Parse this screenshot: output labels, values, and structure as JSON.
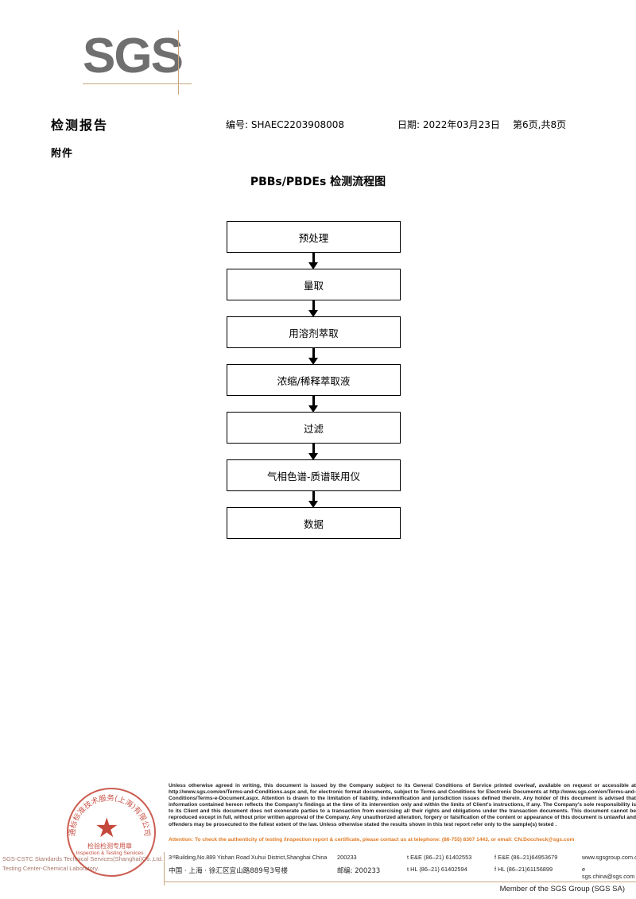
{
  "logo": {
    "text": "SGS"
  },
  "header": {
    "title": "检测报告",
    "attachment_label": "附件",
    "ref_no": "编号: SHAEC2203908008",
    "date": "日期: 2022年03月23日",
    "page": "第6页,共8页"
  },
  "flowchart": {
    "title": "PBBs/PBDEs 检测流程图",
    "nodes": [
      {
        "label": "预处理"
      },
      {
        "label": "量取"
      },
      {
        "label": "用溶剂萃取"
      },
      {
        "label": "浓缩/稀释萃取液"
      },
      {
        "label": "过滤"
      },
      {
        "label": "气相色谱-质谱联用仪"
      },
      {
        "label": "数据"
      }
    ]
  },
  "stamp": {
    "arc_text": "通标标准技术服务(上海)有限公司",
    "cn_label": "检验检测专用章",
    "en_label": "Inspection & Testing Services",
    "overlay_line1": "SGS-CSTC Standards Technical Services(Shanghai)Co.,Ltd.",
    "overlay_line2": "Testing Center-Chemical Laboratory."
  },
  "footer": {
    "disclaimer": "Unless otherwise agreed in writing, this document is issued by the Company subject to its General Conditions of Service printed overleaf, available on request or accessible at http://www.sgs.com/en/Terms-and-Conditions.aspx and, for electronic format documents, subject to Terms and Conditions for Electronic Documents at http://www.sgs.com/en/Terms-and-Conditions/Terms-e-Document.aspx. Attention is drawn to the limitation of liability, indemnification and jurisdiction issues defined therein. Any holder of this document is advised that information contained hereon reflects the Company's findings at the time of its intervention only and within the limits of Client's instructions, if any. The Company's sole responsibility is to its Client and this document does not exonerate parties to a transaction from exercising all their rights and obligations under the transaction documents. This document cannot be reproduced except in full, without prior written approval of the Company. Any unauthorized alteration, forgery or falsification of the content or appearance of this document is unlawful and offenders may be prosecuted to the fullest extent of the law. Unless otherwise stated the results shown in this test report refer only to the sample(s) tested .",
    "attention": "Attention: To check the authenticity of testing /inspection report & certificate, please contact us at telephone: (86-755) 8307 1443, or email: CN.Doccheck@sgs.com",
    "address_en": "3ʳᵈBuilding,No.889 Yishan Road Xuhui District,Shanghai China",
    "address_cn": "中国 · 上海 · 徐汇区宜山路889号3号楼",
    "zip_en": "200233",
    "zip_cn": "邮编: 200233",
    "tel_en": "t E&E (86–21) 61402553",
    "fax_en": "f E&E (86–21)64953679",
    "web": "www.sgsgroup.com.cn",
    "tel_cn": "t HL (86–21) 61402594",
    "fax_cn": "f HL (86–21)61156899",
    "email": "e sgs.china@sgs.com",
    "member": "Member of the SGS Group (SGS SA)"
  },
  "colors": {
    "logo_gray": "#706f6f",
    "rule_tan": "#c9a57e",
    "attention_orange": "#e07b26",
    "stamp_red": "#c0392b"
  }
}
